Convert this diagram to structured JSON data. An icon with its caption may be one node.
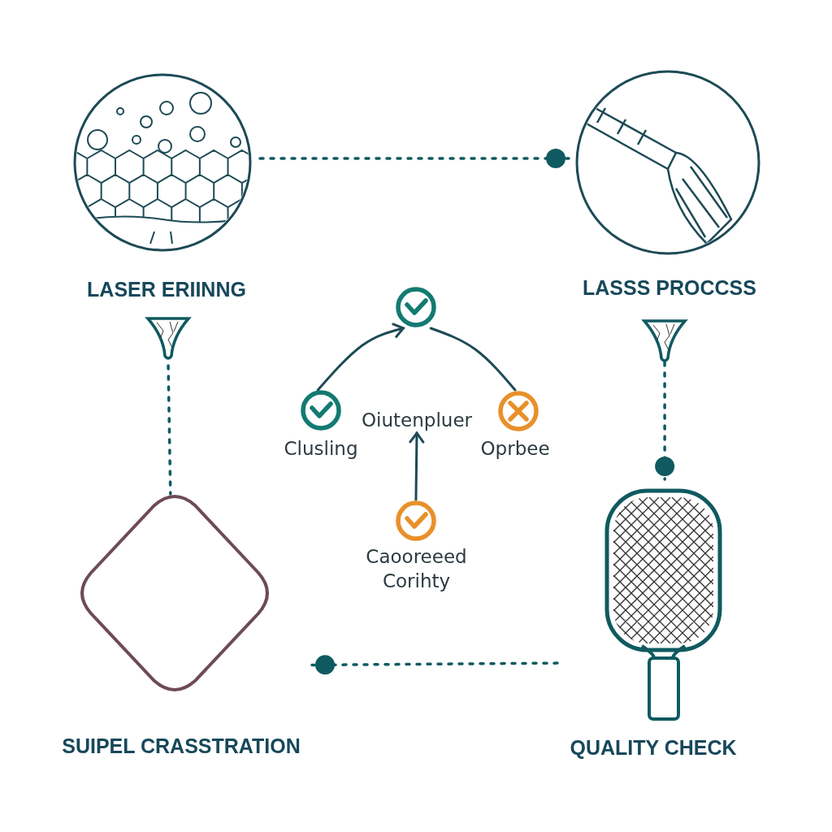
{
  "diagram": {
    "nodes": [
      {
        "text": [
          "LASER ERIINNG"
        ]
      },
      {
        "text": [
          "LASSS PROCCSS"
        ]
      },
      {
        "text": [
          "SUIPEL CRASSTRATION"
        ]
      },
      {
        "text": [
          "QUALITY CHECK"
        ]
      },
      {
        "text": [],
        "shape": "circle"
      },
      {
        "text": [
          "Clusling"
        ]
      },
      {
        "text": [
          "Oiutenpluer"
        ]
      },
      {
        "text": [
          "Oprbee"
        ]
      },
      {
        "text": [
          "Caooreeed Corihty"
        ]
      }
    ],
    "edges": [
      {
        "from": 0,
        "to": 1,
        "arrow": "other",
        "style": "dashed"
      },
      {
        "from": 0,
        "to": 2,
        "arrow": "none",
        "style": "dashed"
      },
      {
        "from": 1,
        "to": 3,
        "arrow": "other",
        "style": "dashed"
      },
      {
        "from": 3,
        "to": 2,
        "arrow": "other",
        "style": "dashed"
      },
      {
        "from": 5,
        "to": 4,
        "arrow": "to"
      },
      {
        "from": 7,
        "to": 4,
        "arrow": "none"
      },
      {
        "from": 8,
        "to": 6,
        "arrow": "to"
      }
    ]
  }
}
